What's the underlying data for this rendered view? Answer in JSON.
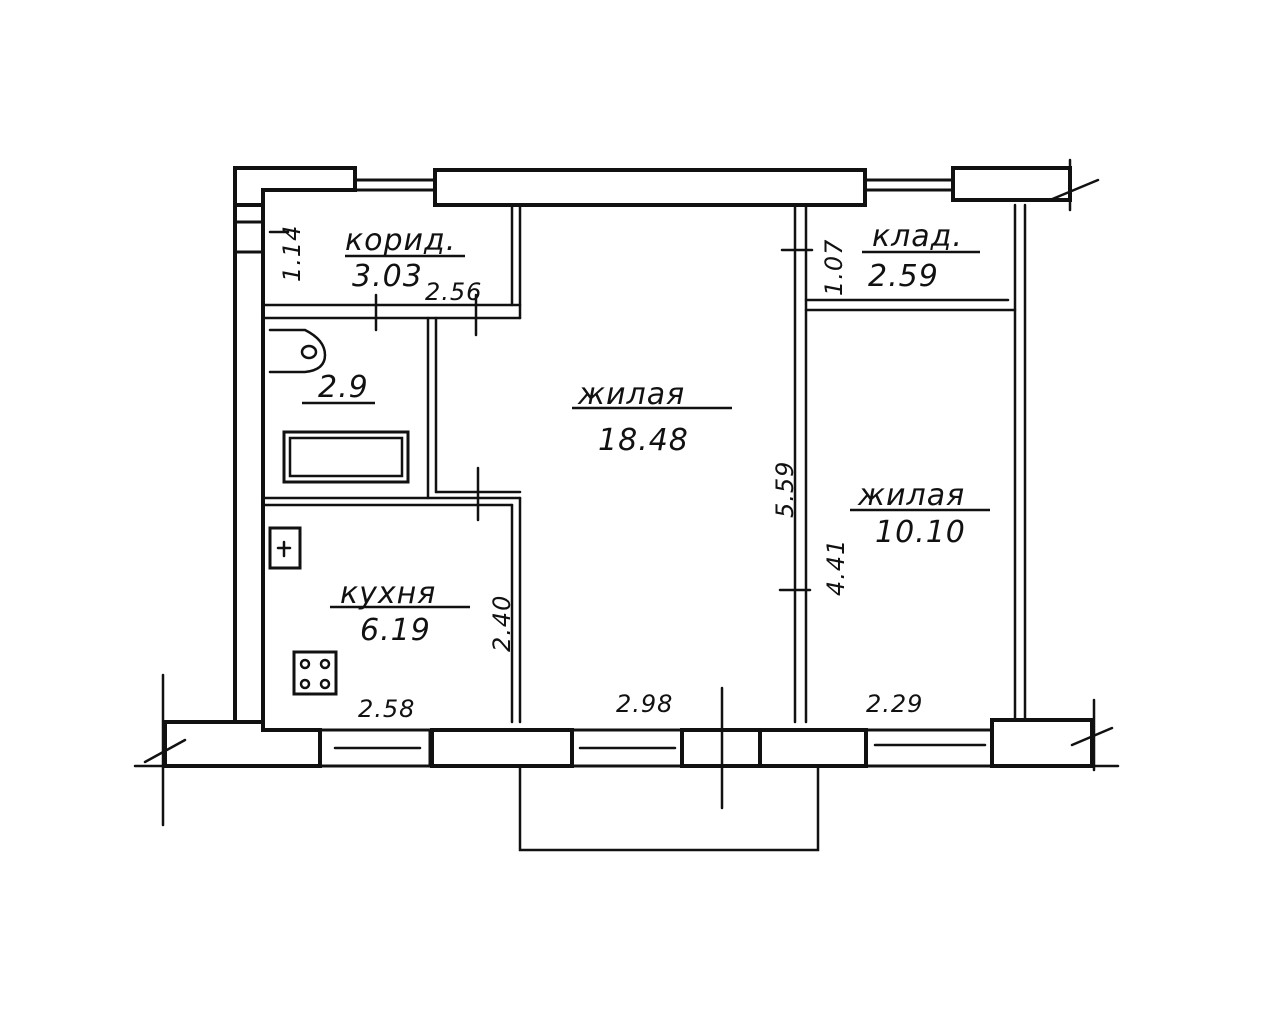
{
  "rooms": {
    "corridor": {
      "name": "корид.",
      "area": "3.03"
    },
    "bathroom": {
      "area": "2.9"
    },
    "kitchen": {
      "name": "кухня",
      "area": "6.19"
    },
    "living_main": {
      "name": "жилая",
      "area": "18.48"
    },
    "storage": {
      "name": "клад.",
      "area": "2.59"
    },
    "living_small": {
      "name": "жилая",
      "area": "10.10"
    }
  },
  "dimensions": {
    "corridor_height": "1.14",
    "corridor_width": "2.56",
    "storage_height": "1.07",
    "living_main_height": "5.59",
    "living_small_height": "4.41",
    "kitchen_height": "2.40",
    "kitchen_width": "2.58",
    "living_main_width": "2.98",
    "living_small_width": "2.29"
  }
}
